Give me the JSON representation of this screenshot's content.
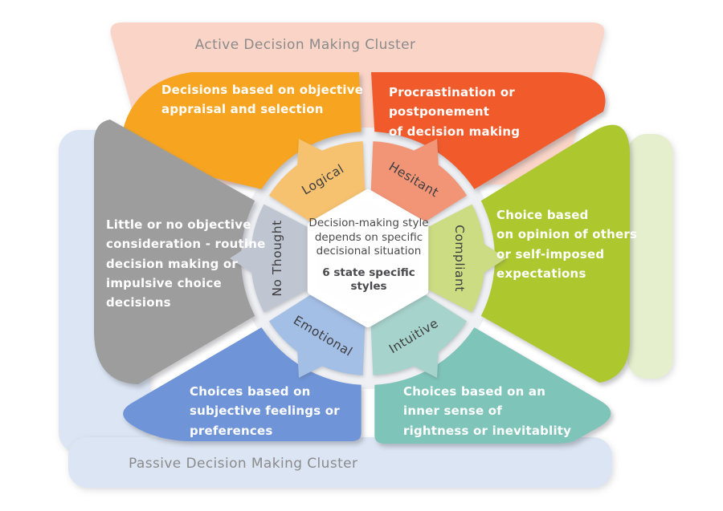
{
  "title": "Decision making styles wheel",
  "banners": {
    "active": "Active Decision Making Cluster",
    "passive": "Passive Decision Making Cluster"
  },
  "center": {
    "line1": "Decision-making style depends on specific decisional situation",
    "line2": "6 state specific styles"
  },
  "styles": [
    {
      "id": "logical",
      "label": "Logical",
      "description": "Decisions based on objective\nappraisal and selection",
      "color": "#F7A521",
      "ring_color": "#F6C270"
    },
    {
      "id": "hesitant",
      "label": "Hesitant",
      "description": "Procrastination or postponement\nof decision making",
      "color": "#F15A2B",
      "ring_color": "#F29577"
    },
    {
      "id": "compliant",
      "label": "Compliant",
      "description": "Choice based\non opinion of others\nor self-imposed\nexpectations",
      "color": "#ADC72F",
      "ring_color": "#CBDC82"
    },
    {
      "id": "intuitive",
      "label": "Intuitive",
      "description": "Choices based on an\ninner sense of\nrightness or inevitablity",
      "color": "#7EC4B9",
      "ring_color": "#A6D3CB"
    },
    {
      "id": "emotional",
      "label": "Emotional",
      "description": "Choices based on\nsubjective feelings or\npreferences",
      "color": "#6F94D7",
      "ring_color": "#A3BFE6"
    },
    {
      "id": "nothought",
      "label": "No Thought",
      "description": "Little or no objective\nconsideration - routine\ndecision making or\nimpulsive choice\ndecisions",
      "color": "#9D9D9D",
      "ring_color": "#C0C6D1"
    }
  ],
  "colors": {
    "active_banner": "#F9D4C7",
    "passive_banner": "#DBE5F3",
    "left_panel": "#DBE5F3",
    "right_panel": "#E5EFCD",
    "ring_gap": "#EEF0F3",
    "center_fill": "#FEFEFE",
    "banner_text": "#8B8B8B",
    "center_text": "#4A4A4C",
    "ring_label_text": "#3E3E40",
    "petal_text": "#FFFFFF"
  }
}
